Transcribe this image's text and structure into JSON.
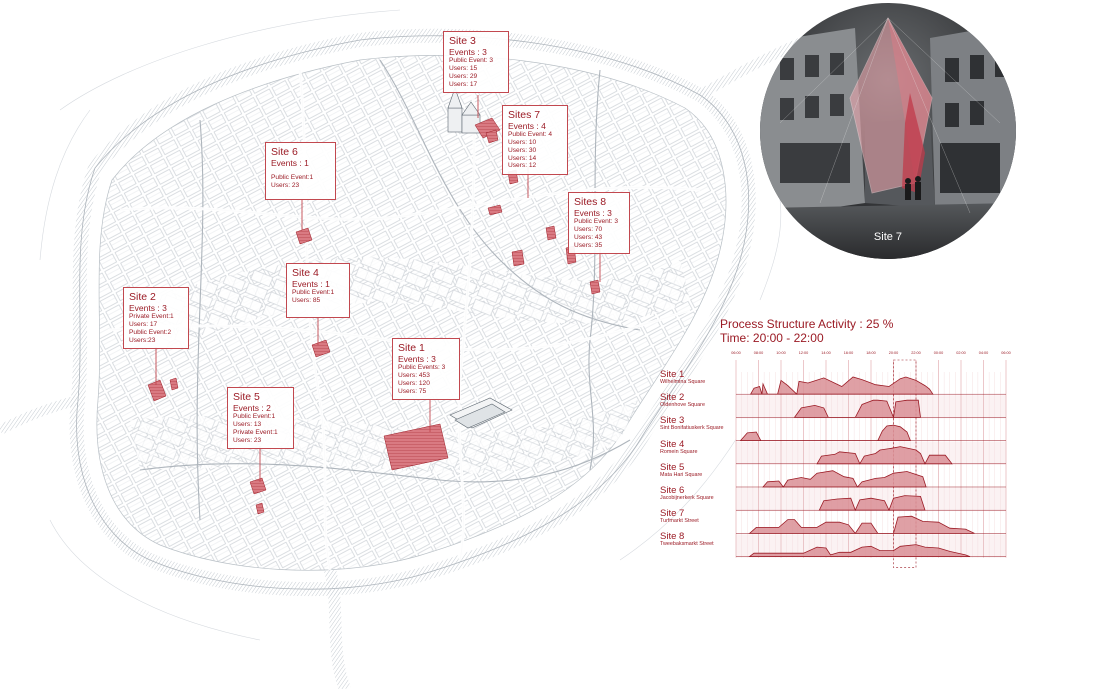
{
  "map": {
    "sites": [
      {
        "title": "Site 1",
        "events": "Events : 3",
        "lines": [
          "Public Events: 3",
          "Users: 453",
          "Users: 120",
          "Users: 75"
        ]
      },
      {
        "title": "Site 2",
        "events": "Events : 3",
        "lines": [
          "Private Event:1",
          "Users: 17",
          "Public Event:2",
          "Users:23"
        ]
      },
      {
        "title": "Site 3",
        "events": "Events : 3",
        "lines": [
          "Public Event: 3",
          "Users: 15",
          "Users: 29",
          "Users: 17"
        ]
      },
      {
        "title": "Site 4",
        "events": "Events : 1",
        "lines": [
          "Public Event:1",
          "Users: 85"
        ]
      },
      {
        "title": "Site 5",
        "events": "Events : 2",
        "lines": [
          "Public Event:1",
          "Users: 13",
          "Private Event:1",
          "Users: 23"
        ]
      },
      {
        "title": "Site 6",
        "events": "Events : 1",
        "lines": [
          "Public Event:1",
          "Users: 23"
        ]
      },
      {
        "title": "Sites 7",
        "events": "Events : 4",
        "lines": [
          "Public Event: 4",
          "Users: 10",
          "Users: 30",
          "Users: 14",
          "Users: 12"
        ]
      },
      {
        "title": "Sites 8",
        "events": "Events : 3",
        "lines": [
          "Public Event: 3",
          "Users: 70",
          "Users: 43",
          "Users: 35"
        ]
      }
    ]
  },
  "photo": {
    "caption": "Site 7"
  },
  "activity": {
    "title": "Process Structure Activity : 25 %",
    "time_label": "Time:   20:00 - 22:00"
  },
  "colors": {
    "accent": "#9b1b25",
    "fill": "#d98f95",
    "grid": "#e7b9bd",
    "map_line": "#b9c0c6"
  },
  "chart_data": {
    "type": "area",
    "title": "Process Structure Activity : 25 %",
    "subtitle": "Time:   20:00 - 22:00",
    "x_ticks": [
      "06:00",
      "08:00",
      "10:00",
      "12:00",
      "14:00",
      "16:00",
      "18:00",
      "20:00",
      "22:00",
      "00:00",
      "02:00",
      "04:00",
      "06:00"
    ],
    "highlight": [
      "20:00",
      "22:00"
    ],
    "series": [
      {
        "name": "Site 1",
        "sub": "Wilhelmina Square",
        "points": [
          [
            0.65,
            0
          ],
          [
            0.8,
            0.35
          ],
          [
            1.05,
            0.45
          ],
          [
            1.15,
            0
          ],
          [
            1.2,
            0.6
          ],
          [
            1.4,
            0
          ],
          [
            1.85,
            0
          ],
          [
            2.0,
            0.8
          ],
          [
            2.3,
            0.5
          ],
          [
            2.7,
            0
          ],
          [
            2.8,
            0.75
          ],
          [
            3.2,
            0.65
          ],
          [
            3.9,
            0.95
          ],
          [
            4.7,
            0.45
          ],
          [
            5.2,
            1.0
          ],
          [
            5.6,
            0.85
          ],
          [
            6.2,
            0.55
          ],
          [
            6.8,
            0.45
          ],
          [
            7.3,
            0.9
          ],
          [
            7.55,
            1.0
          ],
          [
            8.0,
            0.8
          ],
          [
            8.4,
            0.5
          ],
          [
            8.6,
            0.3
          ],
          [
            8.75,
            0
          ]
        ]
      },
      {
        "name": "Site 2",
        "sub": "Oldenhove Square",
        "points": [
          [
            2.6,
            0
          ],
          [
            2.9,
            0.55
          ],
          [
            3.5,
            0.7
          ],
          [
            3.9,
            0.55
          ],
          [
            4.1,
            0
          ],
          [
            5.3,
            0
          ],
          [
            5.6,
            0.75
          ],
          [
            5.9,
            0.9
          ],
          [
            6.1,
            1.0
          ],
          [
            6.3,
            1.0
          ],
          [
            6.7,
            0.95
          ],
          [
            7.0,
            0
          ],
          [
            7.1,
            0.9
          ],
          [
            7.6,
            1.0
          ],
          [
            8.1,
            1.0
          ],
          [
            8.2,
            0
          ]
        ]
      },
      {
        "name": "Site 3",
        "sub": "Sint Bonifatiuskerk Square",
        "points": [
          [
            0.2,
            0
          ],
          [
            0.5,
            0.45
          ],
          [
            0.9,
            0.5
          ],
          [
            1.1,
            0
          ],
          [
            6.3,
            0
          ],
          [
            6.5,
            0.55
          ],
          [
            6.7,
            0.85
          ],
          [
            7.0,
            0.9
          ],
          [
            7.3,
            0.8
          ],
          [
            7.6,
            0.5
          ],
          [
            7.75,
            0
          ]
        ]
      },
      {
        "name": "Site 4",
        "sub": "Romein Square",
        "points": [
          [
            3.6,
            0
          ],
          [
            3.8,
            0.45
          ],
          [
            4.4,
            0.55
          ],
          [
            4.6,
            0.7
          ],
          [
            5.3,
            0.6
          ],
          [
            5.5,
            0
          ],
          [
            5.7,
            0.45
          ],
          [
            6.2,
            0.6
          ],
          [
            6.4,
            0.8
          ],
          [
            6.9,
            0.9
          ],
          [
            7.3,
            1.0
          ],
          [
            8.0,
            0.8
          ],
          [
            8.2,
            0.6
          ],
          [
            8.4,
            0
          ],
          [
            8.6,
            0.5
          ],
          [
            9.3,
            0.5
          ],
          [
            9.6,
            0
          ]
        ]
      },
      {
        "name": "Site 5",
        "sub": "Mata Hari Square",
        "points": [
          [
            1.2,
            0
          ],
          [
            1.4,
            0.3
          ],
          [
            1.9,
            0.35
          ],
          [
            2.1,
            0
          ],
          [
            2.3,
            0.4
          ],
          [
            2.9,
            0.55
          ],
          [
            3.3,
            0.45
          ],
          [
            3.6,
            0.8
          ],
          [
            4.3,
            0.95
          ],
          [
            4.8,
            0.6
          ],
          [
            5.2,
            0.5
          ],
          [
            5.4,
            0
          ],
          [
            5.6,
            0.3
          ],
          [
            6.2,
            0.5
          ],
          [
            6.6,
            0.55
          ],
          [
            7.0,
            0.8
          ],
          [
            7.6,
            0.9
          ],
          [
            8.3,
            0.6
          ],
          [
            8.45,
            0
          ]
        ]
      },
      {
        "name": "Site 6",
        "sub": "Jacobijnerkerk Square",
        "points": [
          [
            3.7,
            0
          ],
          [
            3.9,
            0.55
          ],
          [
            4.5,
            0.65
          ],
          [
            5.1,
            0.7
          ],
          [
            5.3,
            0
          ],
          [
            5.5,
            0.6
          ],
          [
            6.0,
            0.7
          ],
          [
            6.6,
            0.55
          ],
          [
            6.8,
            0
          ],
          [
            7.0,
            0.7
          ],
          [
            7.5,
            0.85
          ],
          [
            8.2,
            0.8
          ],
          [
            8.4,
            0
          ]
        ]
      },
      {
        "name": "Site 7",
        "sub": "Turfmarkt Street",
        "points": [
          [
            0.6,
            0
          ],
          [
            0.9,
            0.35
          ],
          [
            1.9,
            0.35
          ],
          [
            2.3,
            0.8
          ],
          [
            2.6,
            0.8
          ],
          [
            2.9,
            0.35
          ],
          [
            3.6,
            0.35
          ],
          [
            4.0,
            0.65
          ],
          [
            4.6,
            0.65
          ],
          [
            5.0,
            0.5
          ],
          [
            5.3,
            0
          ],
          [
            5.6,
            0.6
          ],
          [
            6.0,
            0.6
          ],
          [
            6.3,
            0
          ],
          [
            7.0,
            0
          ],
          [
            7.2,
            0.95
          ],
          [
            7.8,
            1.0
          ],
          [
            8.3,
            0.7
          ],
          [
            9.0,
            0.65
          ],
          [
            9.5,
            0.3
          ],
          [
            10.2,
            0.25
          ],
          [
            10.6,
            0
          ]
        ]
      },
      {
        "name": "Site 8",
        "sub": "Tweebaksmarkt Street",
        "points": [
          [
            0.6,
            0
          ],
          [
            0.8,
            0.2
          ],
          [
            3.0,
            0.2
          ],
          [
            3.6,
            0.55
          ],
          [
            4.0,
            0.5
          ],
          [
            4.2,
            0.1
          ],
          [
            4.6,
            0.25
          ],
          [
            5.1,
            0.25
          ],
          [
            5.6,
            0.55
          ],
          [
            6.0,
            0.6
          ],
          [
            6.4,
            0.35
          ],
          [
            7.0,
            0.35
          ],
          [
            7.3,
            0.6
          ],
          [
            8.0,
            0.7
          ],
          [
            8.4,
            0.55
          ],
          [
            9.0,
            0.5
          ],
          [
            9.5,
            0.3
          ],
          [
            10.2,
            0.1
          ],
          [
            10.4,
            0
          ]
        ]
      }
    ]
  }
}
